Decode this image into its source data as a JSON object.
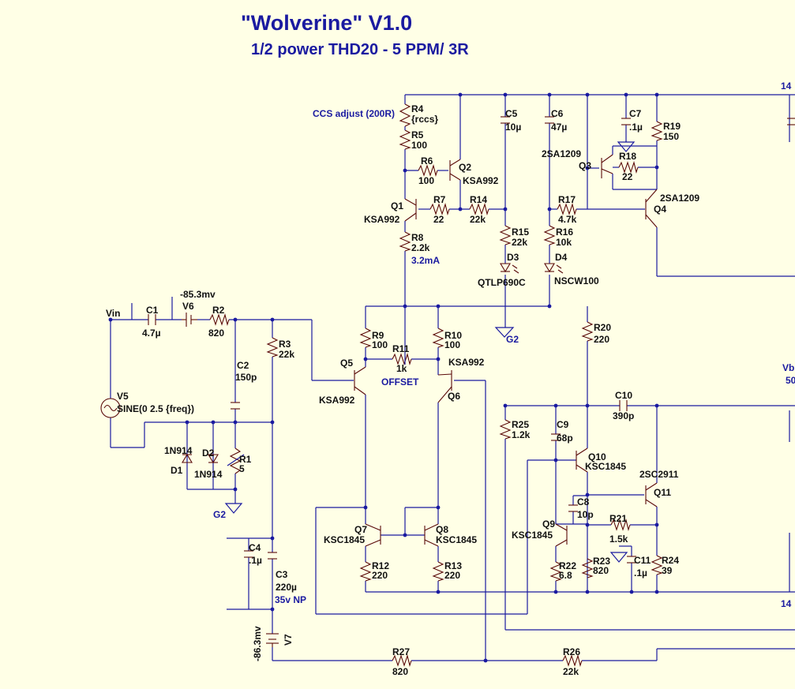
{
  "title": "\"Wolverine\" V1.0",
  "subtitle": "1/2  power THD20 - 5 PPM/ 3R",
  "annotations": {
    "ccs_adjust": "CCS adjust (200R)",
    "current": "3.2mA",
    "offset": "OFFSET",
    "vin": "Vin",
    "cap_rating": "35v NP",
    "v6_dc": "-85.3mv",
    "v7_dc": "-86.3mv",
    "edge_top": "14",
    "edge_bottom": "14",
    "edge_vb": "Vb",
    "edge_vb_val": "50"
  },
  "grounds": {
    "g2": "G2"
  },
  "components": {
    "R1": {
      "ref": "R1",
      "value": "5"
    },
    "R2": {
      "ref": "R2",
      "value": "820"
    },
    "R3": {
      "ref": "R3",
      "value": "22k"
    },
    "R4": {
      "ref": "R4",
      "value": "{rccs}"
    },
    "R5": {
      "ref": "R5",
      "value": "100"
    },
    "R6": {
      "ref": "R6",
      "value": "100"
    },
    "R7": {
      "ref": "R7",
      "value": "22"
    },
    "R8": {
      "ref": "R8",
      "value": "2.2k"
    },
    "R9": {
      "ref": "R9",
      "value": "100"
    },
    "R10": {
      "ref": "R10",
      "value": "100"
    },
    "R11": {
      "ref": "R11",
      "value": "1k"
    },
    "R12": {
      "ref": "R12",
      "value": "220"
    },
    "R13": {
      "ref": "R13",
      "value": "220"
    },
    "R14": {
      "ref": "R14",
      "value": "22k"
    },
    "R15": {
      "ref": "R15",
      "value": "22k"
    },
    "R16": {
      "ref": "R16",
      "value": "10k"
    },
    "R17": {
      "ref": "R17",
      "value": "4.7k"
    },
    "R18": {
      "ref": "R18",
      "value": "22"
    },
    "R19": {
      "ref": "R19",
      "value": "150"
    },
    "R20": {
      "ref": "R20",
      "value": "220"
    },
    "R21": {
      "ref": "R21",
      "value": "1.5k"
    },
    "R22": {
      "ref": "R22",
      "value": "6.8"
    },
    "R23": {
      "ref": "R23",
      "value": "820"
    },
    "R24": {
      "ref": "R24",
      "value": "39"
    },
    "R25": {
      "ref": "R25",
      "value": "1.2k"
    },
    "R26": {
      "ref": "R26",
      "value": "22k"
    },
    "R27": {
      "ref": "R27",
      "value": "820"
    },
    "C1": {
      "ref": "C1",
      "value": "4.7µ"
    },
    "C2": {
      "ref": "C2",
      "value": "150p"
    },
    "C3": {
      "ref": "C3",
      "value": "220µ"
    },
    "C4": {
      "ref": "C4",
      "value": ".1µ"
    },
    "C5": {
      "ref": "C5",
      "value": "10µ"
    },
    "C6": {
      "ref": "C6",
      "value": "47µ"
    },
    "C7": {
      "ref": "C7",
      "value": ".1µ"
    },
    "C8": {
      "ref": "C8",
      "value": "10p"
    },
    "C9": {
      "ref": "C9",
      "value": "68p"
    },
    "C10": {
      "ref": "C10",
      "value": "390p"
    },
    "C11": {
      "ref": "C11",
      "value": ".1µ"
    },
    "D1": {
      "ref": "D1",
      "value": "1N914"
    },
    "D2": {
      "ref": "D2",
      "value": "1N914"
    },
    "D3": {
      "ref": "D3",
      "value": "QTLP690C"
    },
    "D4": {
      "ref": "D4",
      "value": "NSCW100"
    },
    "Q1": {
      "ref": "Q1",
      "value": "KSA992"
    },
    "Q2": {
      "ref": "Q2",
      "value": "KSA992"
    },
    "Q3": {
      "ref": "Q3",
      "value": "2SA1209"
    },
    "Q4": {
      "ref": "Q4",
      "value": "2SA1209"
    },
    "Q5": {
      "ref": "Q5",
      "value": "KSA992"
    },
    "Q6": {
      "ref": "Q6",
      "value": "KSA992"
    },
    "Q7": {
      "ref": "Q7",
      "value": "KSC1845"
    },
    "Q8": {
      "ref": "Q8",
      "value": "KSC1845"
    },
    "Q9": {
      "ref": "Q9",
      "value": "KSC1845"
    },
    "Q10": {
      "ref": "Q10",
      "value": "KSC1845"
    },
    "Q11": {
      "ref": "Q11",
      "value": "2SC2911"
    },
    "V5": {
      "ref": "V5",
      "value": "SINE(0 2.5 {freq})"
    },
    "V6": {
      "ref": "V6"
    },
    "V7": {
      "ref": "V7"
    }
  },
  "colors": {
    "wire": "#1a1aa0",
    "body": "#5a0a0a",
    "text": "#111111",
    "background": "#ffffe6"
  }
}
